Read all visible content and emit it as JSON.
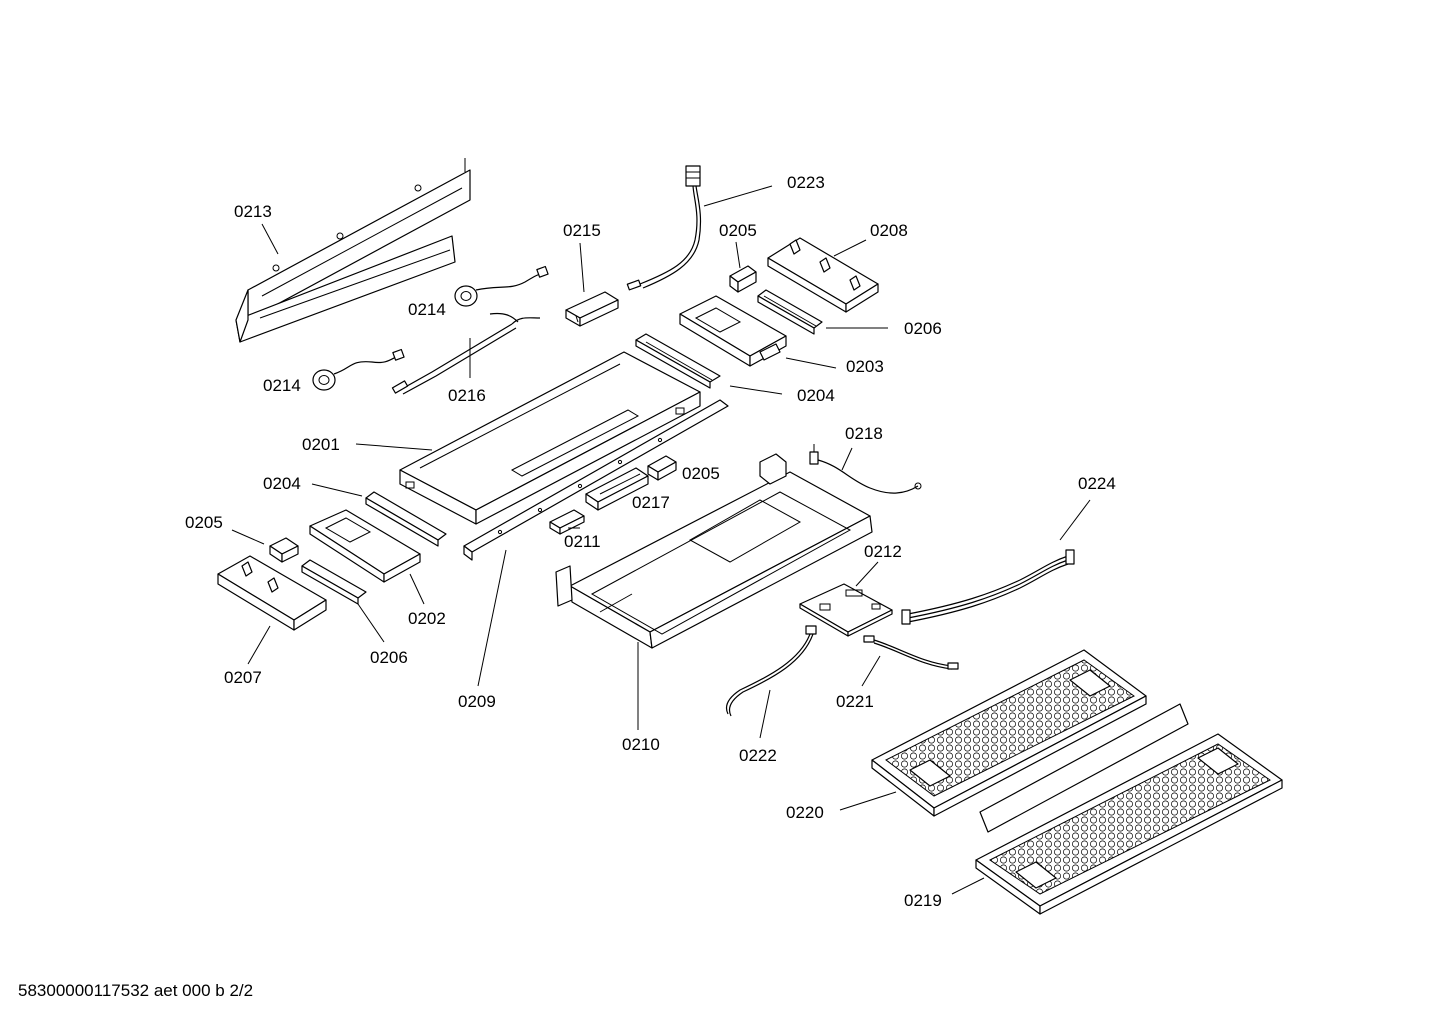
{
  "callouts": {
    "c0201": "0201",
    "c0202": "0202",
    "c0203": "0203",
    "c0204a": "0204",
    "c0204b": "0204",
    "c0205a": "0205",
    "c0205b": "0205",
    "c0205c": "0205",
    "c0206a": "0206",
    "c0206b": "0206",
    "c0207": "0207",
    "c0208": "0208",
    "c0209": "0209",
    "c0210": "0210",
    "c0211": "0211",
    "c0212": "0212",
    "c0213": "0213",
    "c0214a": "0214",
    "c0214b": "0214",
    "c0215": "0215",
    "c0216": "0216",
    "c0217": "0217",
    "c0218": "0218",
    "c0219": "0219",
    "c0220": "0220",
    "c0221": "0221",
    "c0222": "0222",
    "c0223": "0223",
    "c0224": "0224"
  },
  "footer": {
    "doc_id": "58300000117532 aet 000 b 2/2"
  }
}
